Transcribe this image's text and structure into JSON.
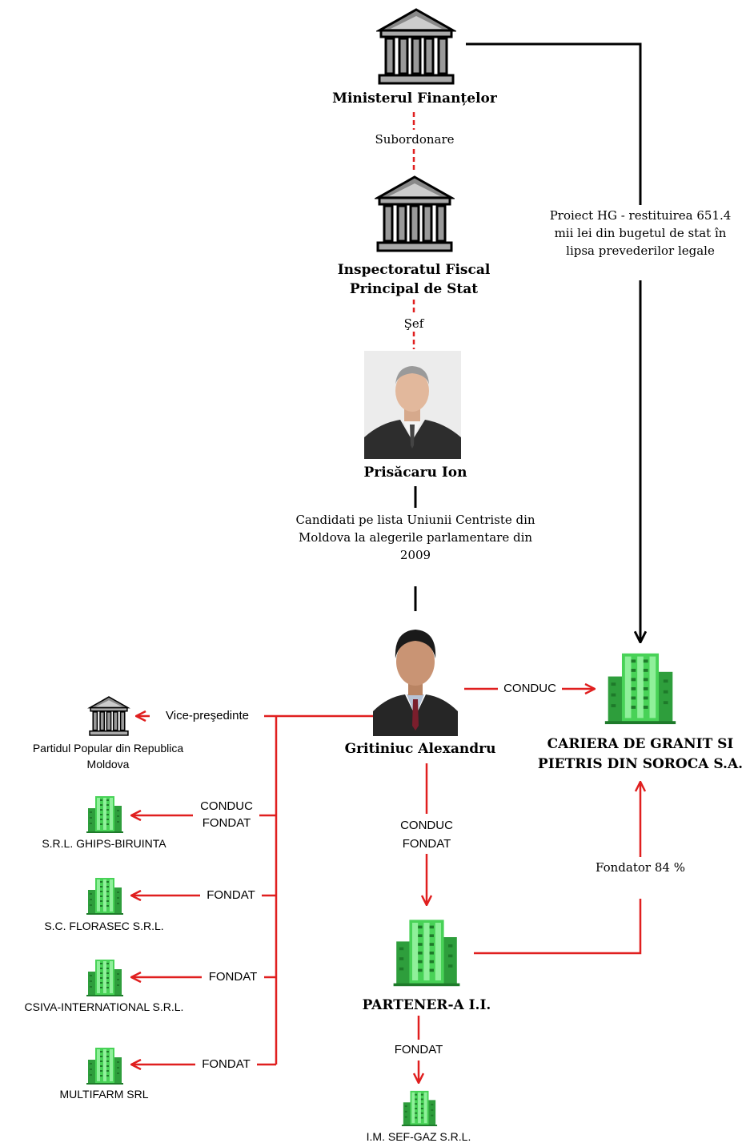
{
  "colors": {
    "red": "#e01f1f",
    "black": "#000000",
    "green": "#39c24a"
  },
  "nodes": {
    "ministry": "Ministerul Finanțelor",
    "inspectorate": "Inspectoratul Fiscal Principal de Stat",
    "prisacaru": "Prisăcaru Ion",
    "gritiniuc": "Gritiniuc Alexandru",
    "cariera": "CARIERA DE GRANIT SI PIETRIS DIN SOROCA S.A.",
    "partener": "PARTENER-A I.I.",
    "partid": "Partidul Popular din Republica Moldova",
    "ghips": "S.R.L. GHIPS-BIRUINTA",
    "florasec": "S.C. FLORASEC S.R.L.",
    "csiva": "CSIVA-INTERNATIONAL S.R.L.",
    "multifarm": "MULTIFARM SRL",
    "sefgaz": "I.M. SEF-GAZ S.R.L."
  },
  "edges": {
    "subordonare": "Subordonare",
    "sef": "Şef",
    "candidati": "Candidati pe lista Uniunii Centriste din Moldova la alegerile parlamentare din 2009",
    "proiect": "Proiect HG - restituirea 651.4 mii lei din bugetul de stat în lipsa prevederilor legale",
    "conduc": "CONDUC",
    "vice": "Vice-preşedinte",
    "conduc_fondat_ghips": "CONDUC FONDAT",
    "fondat_florasec": "FONDAT",
    "fondat_csiva": "FONDAT",
    "fondat_multifarm": "FONDAT",
    "conduc_fondat_partener": "CONDUC FONDAT",
    "fondator": "Fondator 84 %",
    "fondat_sefgaz": "FONDAT"
  }
}
